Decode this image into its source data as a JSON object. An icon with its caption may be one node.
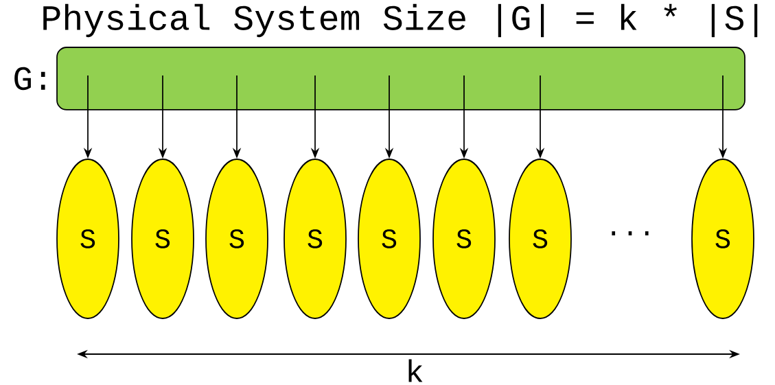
{
  "diagram": {
    "title": "Physical System Size |G| = k * |S|",
    "nodes": [
      {
        "text": [
          "G:"
        ]
      },
      {
        "text": [
          "S"
        ]
      },
      {
        "text": [
          "S"
        ]
      },
      {
        "text": [
          "S"
        ]
      },
      {
        "text": [
          "S"
        ]
      },
      {
        "text": [
          "S"
        ]
      },
      {
        "text": [
          "S"
        ]
      },
      {
        "text": [
          "S"
        ]
      },
      {
        "text": [
          "S"
        ]
      }
    ],
    "edges": [
      {
        "from": 0,
        "to": 1,
        "arrow": "to"
      },
      {
        "from": 0,
        "to": 2,
        "arrow": "to"
      },
      {
        "from": 0,
        "to": 3,
        "arrow": "to"
      },
      {
        "from": 0,
        "to": 4,
        "arrow": "to"
      },
      {
        "from": 0,
        "to": 5,
        "arrow": "to"
      },
      {
        "from": 0,
        "to": 6,
        "arrow": "to"
      },
      {
        "from": 0,
        "to": 7,
        "arrow": "to"
      },
      {
        "from": 0,
        "to": 8,
        "arrow": "to"
      }
    ],
    "labels": [
      "...",
      "k"
    ]
  }
}
